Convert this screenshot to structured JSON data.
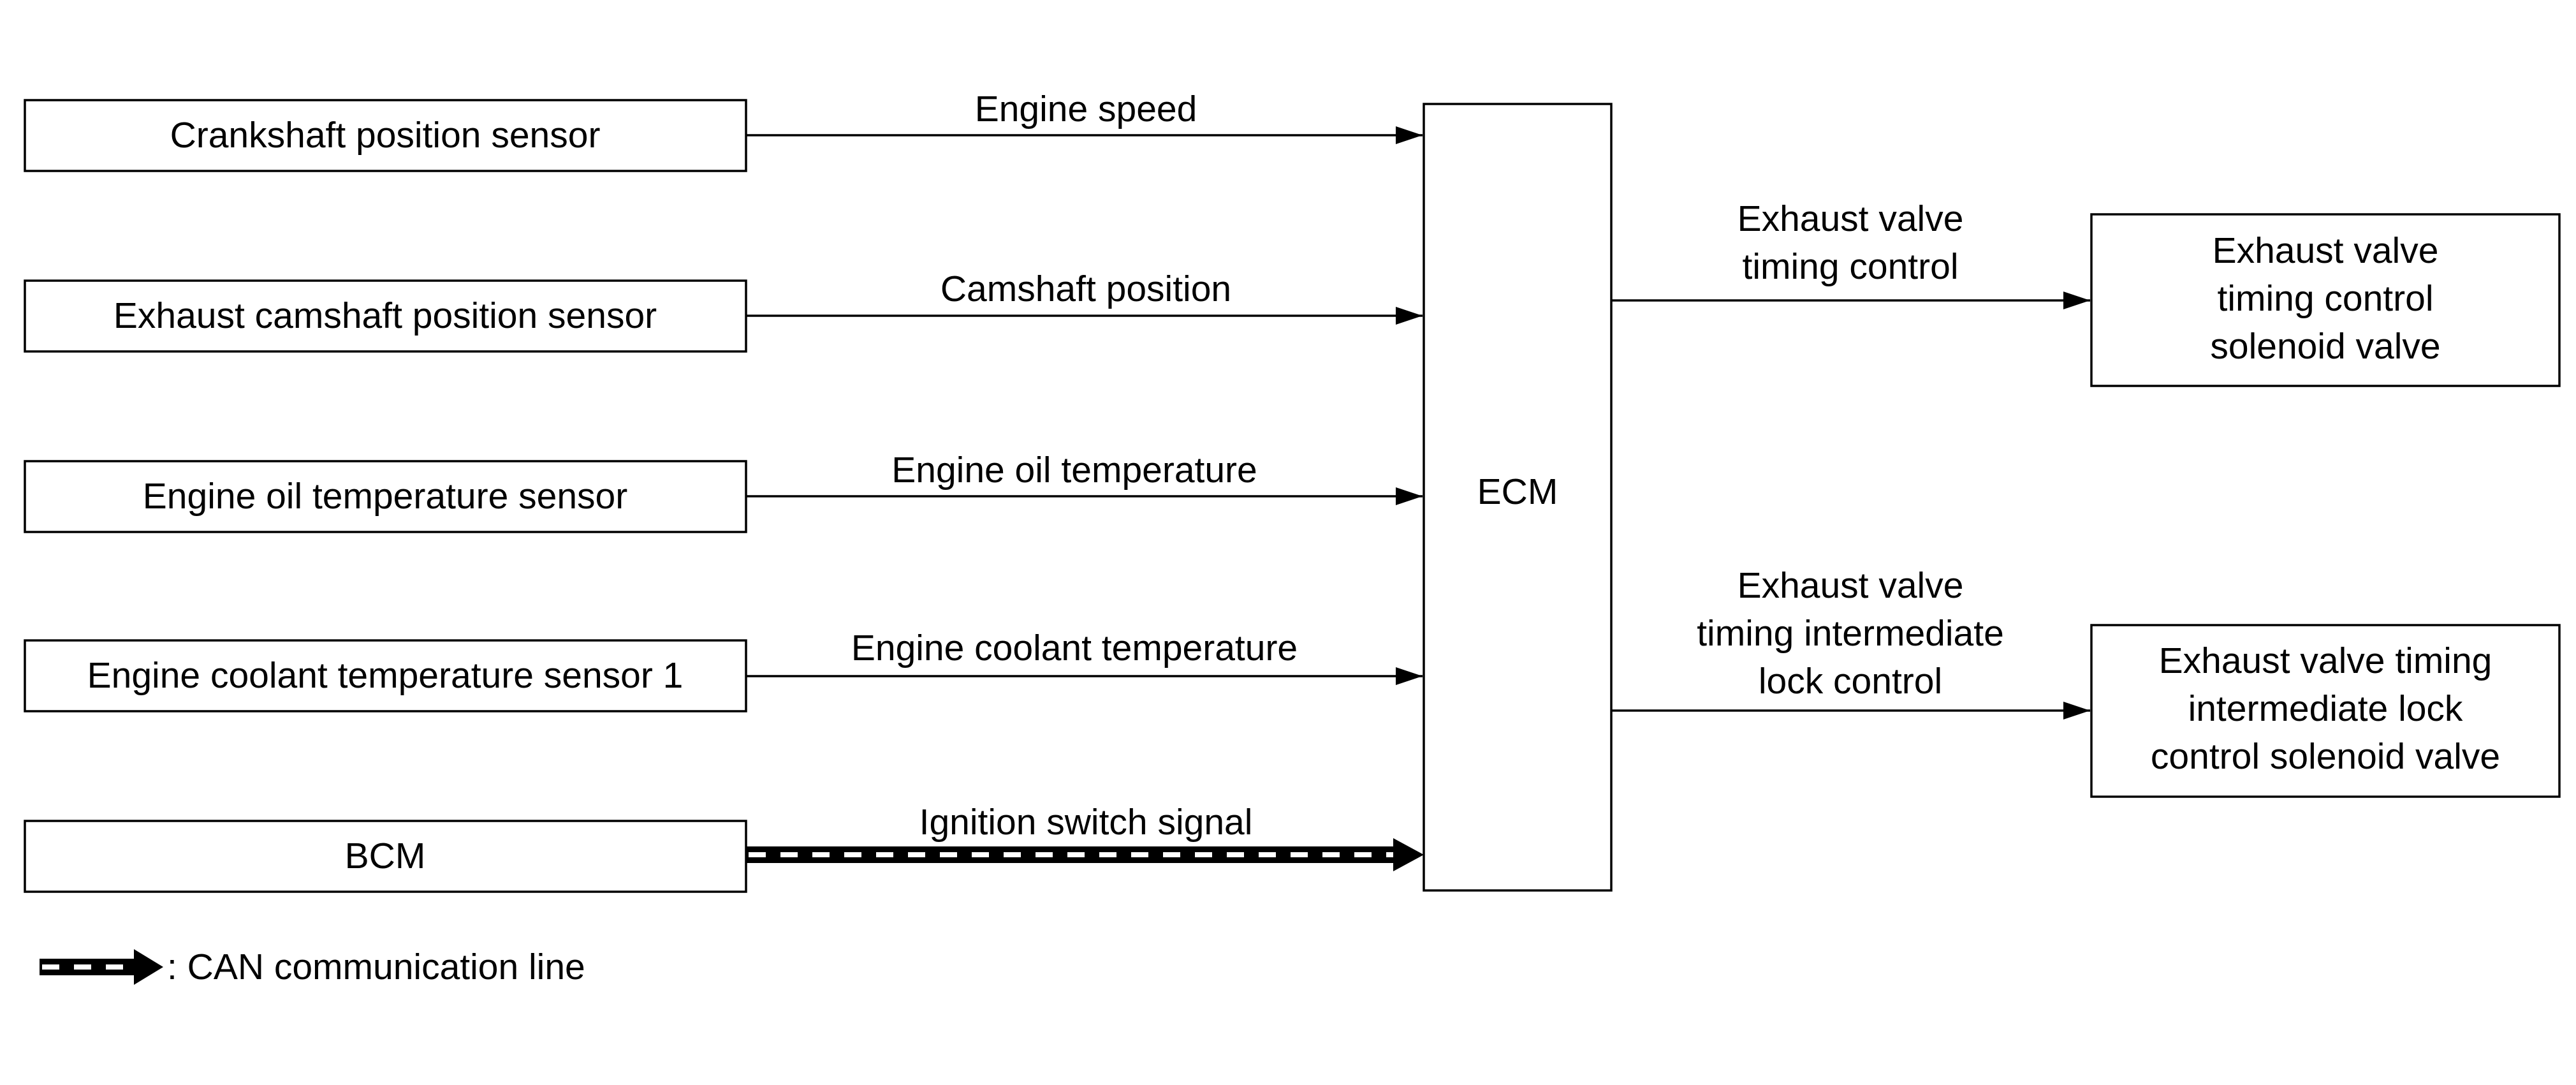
{
  "inputs": [
    {
      "box_label": "Crankshaft position sensor",
      "signal": "Engine speed"
    },
    {
      "box_label": "Exhaust camshaft position sensor",
      "signal": "Camshaft position"
    },
    {
      "box_label": "Engine oil temperature sensor",
      "signal": "Engine oil temperature"
    },
    {
      "box_label": "Engine coolant temperature sensor 1",
      "signal": "Engine coolant temperature"
    },
    {
      "box_label": "BCM",
      "signal": "Ignition switch signal"
    }
  ],
  "ecm": {
    "label": "ECM"
  },
  "outputs": [
    {
      "signal_lines": [
        "Exhaust valve",
        "timing control"
      ],
      "box_lines": [
        "Exhaust valve",
        "timing control",
        "solenoid valve"
      ]
    },
    {
      "signal_lines": [
        "Exhaust valve",
        "timing intermediate",
        "lock control"
      ],
      "box_lines": [
        "Exhaust valve timing",
        "intermediate lock",
        "control solenoid valve"
      ]
    }
  ],
  "legend": {
    "label": ": CAN communication line"
  }
}
